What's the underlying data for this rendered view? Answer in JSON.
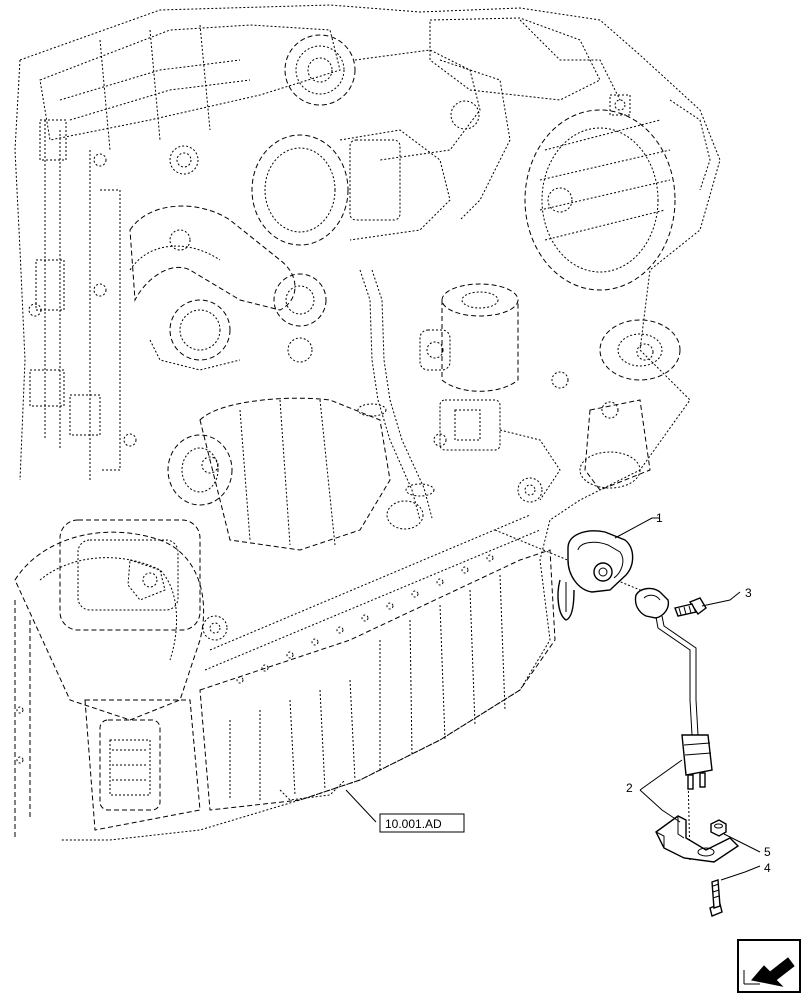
{
  "callouts": [
    {
      "id": "1",
      "label": "1"
    },
    {
      "id": "2",
      "label": "2"
    },
    {
      "id": "3",
      "label": "3"
    },
    {
      "id": "4",
      "label": "4"
    },
    {
      "id": "5",
      "label": "5"
    }
  ],
  "reference": {
    "label": "10.001.AD"
  },
  "icons": {
    "nav": "arrow-down-left-icon"
  }
}
